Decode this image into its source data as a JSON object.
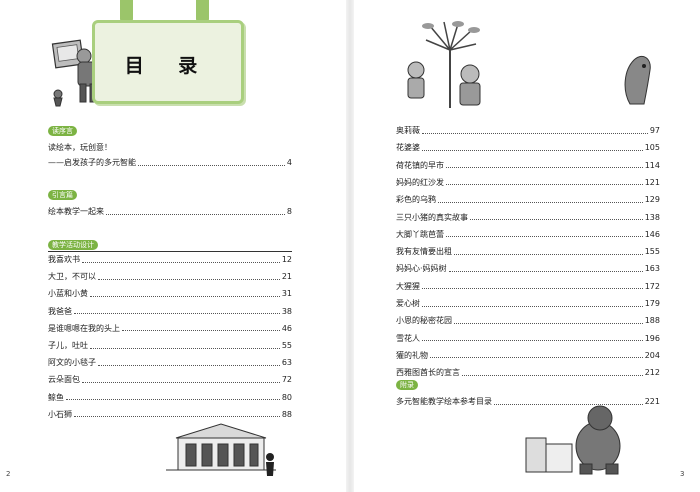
{
  "title": "目 录",
  "left": {
    "sections": [
      {
        "label": "读序言",
        "entries": [
          {
            "title": "读绘本，玩创意！",
            "page": ""
          },
          {
            "title": "——启发孩子的多元智能",
            "page": "4"
          }
        ]
      },
      {
        "label": "引言篇",
        "entries": [
          {
            "title": "绘本教学一起来",
            "page": "8"
          }
        ]
      },
      {
        "label": "教学活动设计",
        "entries": [
          {
            "title": "我喜欢书",
            "page": "12"
          },
          {
            "title": "大卫，不可以",
            "page": "21"
          },
          {
            "title": "小蓝和小黄",
            "page": "31"
          },
          {
            "title": "我爸爸",
            "page": "38"
          },
          {
            "title": "是谁嗯嗯在我的头上",
            "page": "46"
          },
          {
            "title": "子儿，吐吐",
            "page": "55"
          },
          {
            "title": "阿文的小毯子",
            "page": "63"
          },
          {
            "title": "云朵面包",
            "page": "72"
          },
          {
            "title": "鲸鱼",
            "page": "80"
          },
          {
            "title": "小石狮",
            "page": "88"
          }
        ]
      }
    ],
    "page_number": "2"
  },
  "right": {
    "entries": [
      {
        "title": "奥莉薇",
        "page": "97"
      },
      {
        "title": "花婆婆",
        "page": "105"
      },
      {
        "title": "荷花镇的早市",
        "page": "114"
      },
      {
        "title": "妈妈的红沙发",
        "page": "121"
      },
      {
        "title": "彩色的乌鸦",
        "page": "129"
      },
      {
        "title": "三只小猪的真实故事",
        "page": "138"
      },
      {
        "title": "大脚丫跳芭蕾",
        "page": "146"
      },
      {
        "title": "我有友情要出租",
        "page": "155"
      },
      {
        "title": "妈妈心·妈妈树",
        "page": "163"
      },
      {
        "title": "大猩猩",
        "page": "172"
      },
      {
        "title": "爱心树",
        "page": "179"
      },
      {
        "title": "小恩的秘密花园",
        "page": "188"
      },
      {
        "title": "雪花人",
        "page": "196"
      },
      {
        "title": "獾的礼物",
        "page": "204"
      },
      {
        "title": "西雅图酋长的宣言",
        "page": "212"
      }
    ],
    "appendix": {
      "label": "附录",
      "entries": [
        {
          "title": "多元智能教学绘本参考目录",
          "page": "221"
        }
      ]
    },
    "page_number": "3"
  },
  "colors": {
    "accent_green": "#7cb343",
    "frame_green": "#a9cf7e"
  }
}
